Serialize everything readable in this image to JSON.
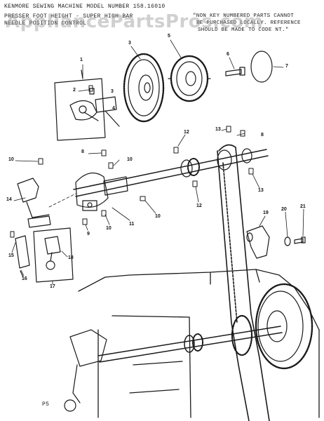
{
  "header": {
    "title": "KENMORE SEWING MACHINE MODEL NUMBER 158.16010",
    "left_line1": "PRESSER FOOT HEIGHT - SUPER HIGH BAR",
    "left_line2": "NEEDLE POSITION CONTROL",
    "right_line1": "\"NON KEY NUMBERED PARTS CANNOT",
    "right_line2": "BE PURCHASED LOCALLY. REFERENCE",
    "right_line3": "SHOULD BE MADE TO CODE NT.\""
  },
  "watermark": "AppliancePartsPros.com",
  "page_code": "P5",
  "callouts": [
    "1",
    "2",
    "3",
    "3",
    "4",
    "5",
    "6",
    "7",
    "8",
    "8",
    "9",
    "10",
    "10",
    "10",
    "10",
    "11",
    "12",
    "12",
    "13",
    "13",
    "14",
    "15",
    "16",
    "17",
    "18",
    "19",
    "20",
    "21"
  ],
  "colors": {
    "ink": "#1a1a1a",
    "paper": "#ffffff",
    "watermark": "#969696"
  }
}
